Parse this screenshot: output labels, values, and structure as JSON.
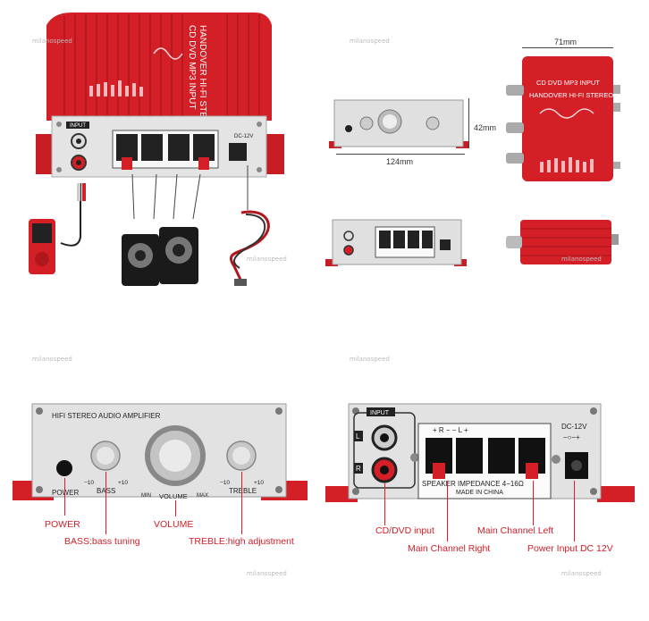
{
  "watermark": "milanospeed",
  "product": {
    "top_panel_line1": "CD DVD MP3 INPUT",
    "top_panel_line2": "HANDOVER HI-FI STEREO",
    "front_panel_title": "HIFI STEREO AUDIO AMPLIFIER",
    "front_labels": {
      "power": "POWER",
      "bass": "BASS",
      "volume": "VOLUME",
      "treble": "TREBLE",
      "minus10": "−10",
      "plus10": "+10",
      "min": "MIN",
      "max": "MAX"
    },
    "back_labels": {
      "input": "INPUT",
      "l": "L",
      "r": "R",
      "terminals": "+ R −  − L +",
      "impedance": "SPEAKER IMPEDANCE  4−16Ω",
      "made_in": "MADE IN CHINA",
      "dc": "DC-12V",
      "polarity": "−○−+"
    }
  },
  "dimensions": {
    "width": "71mm",
    "height": "42mm",
    "length": "124mm"
  },
  "annotations": {
    "power": "POWER",
    "bass": "BASS:bass tuning",
    "volume": "VOLUME",
    "treble": "TREBLE:high adjustment",
    "cd_dvd_input": "CD/DVD input",
    "main_right": "Main Channel Right",
    "main_left": "Main Channel Left",
    "power_input": "Power Input DC 12V"
  },
  "colors": {
    "accent_red": "#d6202a",
    "body_red": "#d41f26",
    "panel_silver": "#e2e2e2"
  }
}
